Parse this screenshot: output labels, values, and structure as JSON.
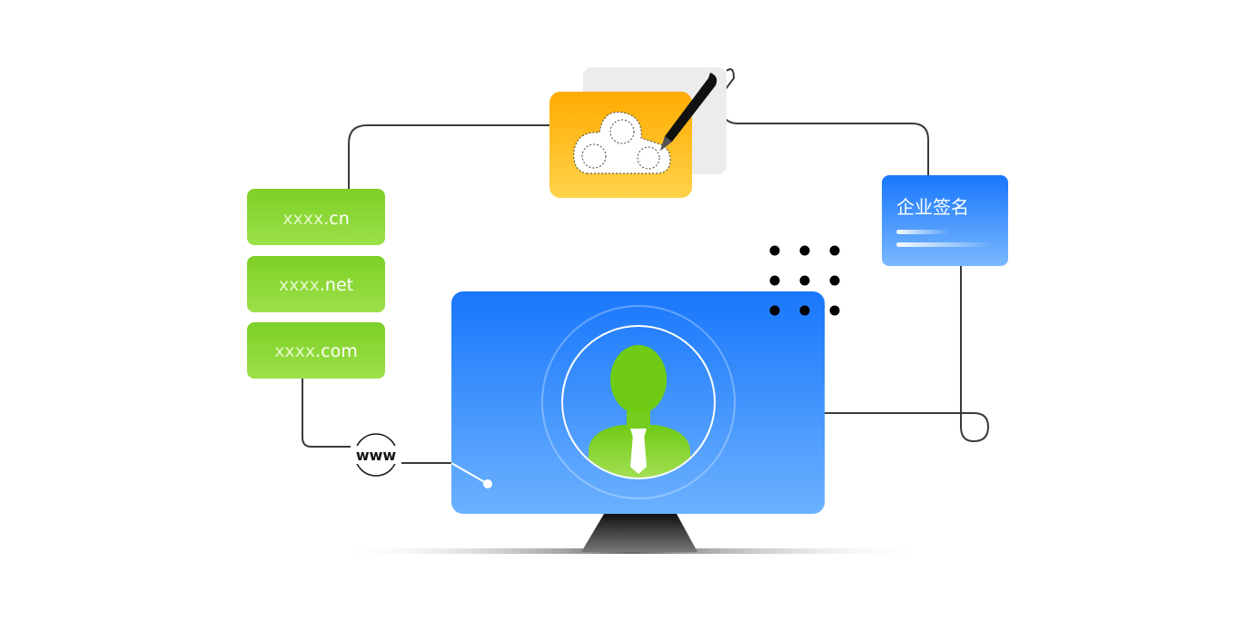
{
  "domains": [
    {
      "name": "xxxx",
      "tld": ".cn"
    },
    {
      "name": "xxxx",
      "tld": ".net"
    },
    {
      "name": "xxxx",
      "tld": ".com"
    }
  ],
  "www_label": "www",
  "signature_card": {
    "title": "企业签名"
  },
  "colors": {
    "green_top": "#7ed026",
    "green_bottom": "#9be049",
    "blue_top": "#1877fb",
    "blue_bottom": "#6cb1ff",
    "orange_top": "#ffab00",
    "orange_bottom": "#ffd24a",
    "line": "#3a3a3a"
  },
  "icons": [
    "cloud-signature-icon",
    "pen-icon",
    "user-avatar-icon",
    "dot-grid-icon",
    "monitor-icon"
  ]
}
